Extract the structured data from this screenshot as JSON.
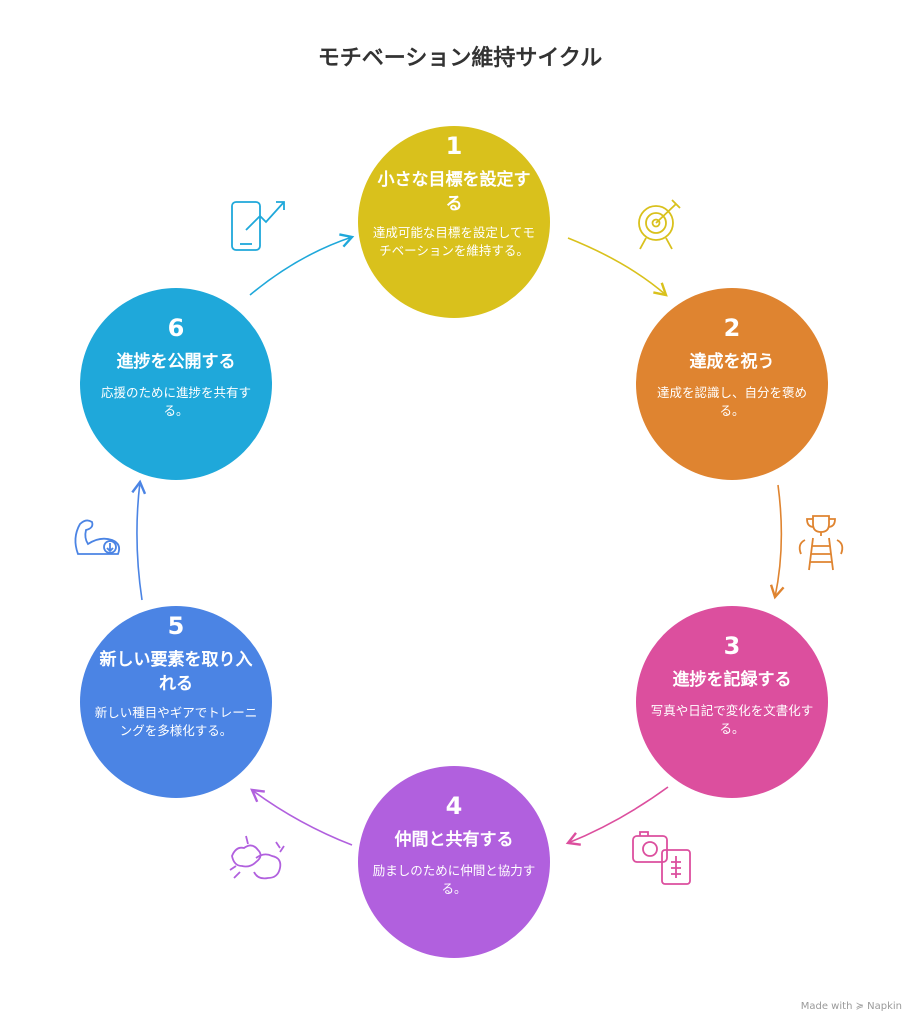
{
  "title": "モチベーション維持サイクル",
  "steps": [
    {
      "num": "1",
      "title": "小さな目標を設定する",
      "desc": "達成可能な目標を設定してモチベーションを維持する。",
      "color": "#d9c11c",
      "icon": "target-icon"
    },
    {
      "num": "2",
      "title": "達成を祝う",
      "desc": "達成を認識し、自分を褒める。",
      "color": "#df8430",
      "icon": "trophy-ladder-icon"
    },
    {
      "num": "3",
      "title": "進捗を記録する",
      "desc": "写真や日記で変化を文書化する。",
      "color": "#dc4f9e",
      "icon": "camera-journal-icon"
    },
    {
      "num": "4",
      "title": "仲間と共有する",
      "desc": "励ましのために仲間と協力する。",
      "color": "#b160de",
      "icon": "hands-icon"
    },
    {
      "num": "5",
      "title": "新しい要素を取り入れる",
      "desc": "新しい種目やギアでトレーニングを多様化する。",
      "color": "#4b84e4",
      "icon": "flexed-arm-icon"
    },
    {
      "num": "6",
      "title": "進捗を公開する",
      "desc": "応援のために進捗を共有する。",
      "color": "#1fa8da",
      "icon": "phone-trend-icon"
    }
  ],
  "footer": "Made with ≽ Napkin"
}
